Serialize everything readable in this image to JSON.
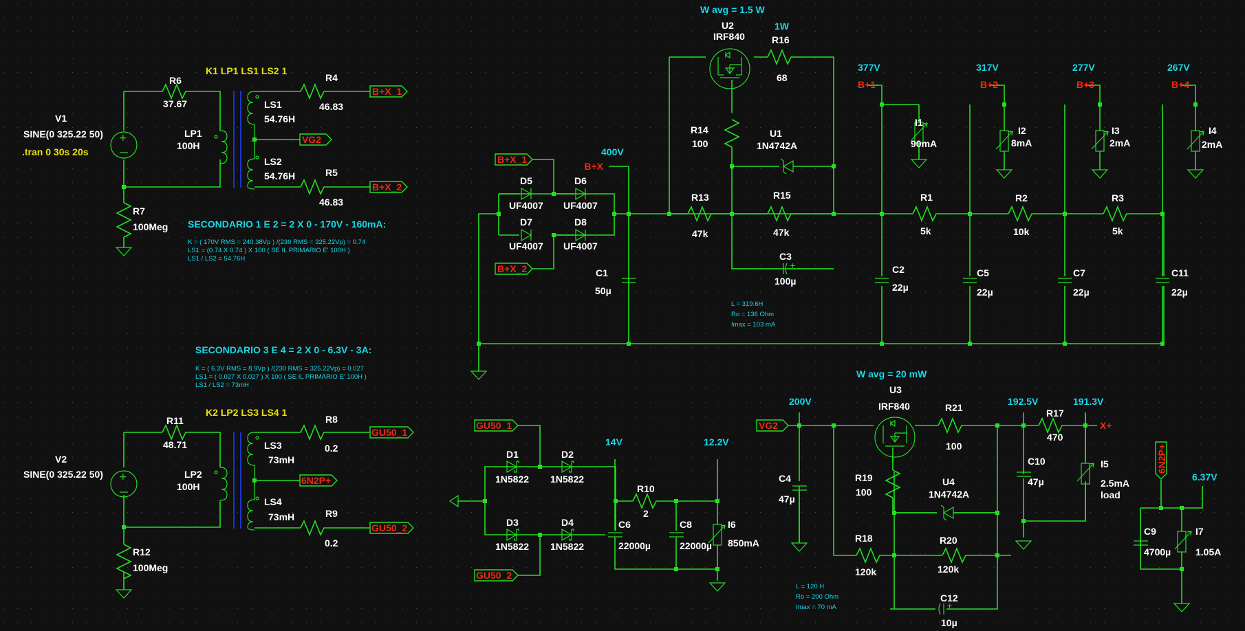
{
  "colors": {
    "background": "#111111",
    "wire": "#22e022",
    "component_label": "#ffffff",
    "net_voltage": "#19d8e8",
    "net_flag": "#f02a10",
    "directive": "#e8e010",
    "core": "#1e40ff"
  },
  "transformer1": {
    "coupling": "K1 LP1 LS1 LS2 1",
    "source": {
      "name": "V1",
      "value": "SINE(0 325.22 50)"
    },
    "directive": ".tran 0 30s 20s",
    "R6": {
      "name": "R6",
      "value": "37.67"
    },
    "R7": {
      "name": "R7",
      "value": "100Meg"
    },
    "LP1": {
      "name": "LP1",
      "value": "100H"
    },
    "LS1": {
      "name": "LS1",
      "value": "54.76H"
    },
    "LS2": {
      "name": "LS2",
      "value": "54.76H"
    },
    "R4": {
      "name": "R4",
      "value": "46.83"
    },
    "R5": {
      "name": "R5",
      "value": "46.83"
    },
    "flags": [
      "B+X_1",
      "VG2",
      "B+X_2"
    ]
  },
  "note1": {
    "title": "SECONDARIO 1 E 2 = 2 X  0 - 170V - 160mA:",
    "lines": [
      "K = ( 170V RMS = 240.38Vp ) /(230 RMS = 325.22Vp) = 0.74",
      "LS1 = (0.74  X 0.74 ) X 100 ( SE IL PRIMARIO E' 100H )",
      "LS1 / LS2 = 54.76H"
    ]
  },
  "note2": {
    "title": "SECONDARIO 3 E 4 = 2 X  0 - 6.3V - 3A:",
    "lines": [
      "K = ( 6.3V RMS = 8.9Vp ) /(230 RMS = 325.22Vp) = 0.027",
      "LS1 = ( 0.027  X 0.027 ) X 100 ( SE IL PRIMARIO E' 100H )",
      "LS1 / LS2 = 73mH"
    ]
  },
  "transformer2": {
    "coupling": "K2 LP2 LS3 LS4 1",
    "source": {
      "name": "V2",
      "value": "SINE(0 325.22 50)"
    },
    "R11": {
      "name": "R11",
      "value": "48.71"
    },
    "R12": {
      "name": "R12",
      "value": "100Meg"
    },
    "LP2": {
      "name": "LP2",
      "value": "100H"
    },
    "LS3": {
      "name": "LS3",
      "value": "73mH"
    },
    "LS4": {
      "name": "LS4",
      "value": "73mH"
    },
    "R8": {
      "name": "R8",
      "value": "0.2"
    },
    "R9": {
      "name": "R9",
      "value": "0.2"
    },
    "flags": [
      "GU50_1",
      "6N2P+",
      "GU50_2"
    ]
  },
  "hv_supply": {
    "wavg": "W avg =  1.5 W",
    "flags_in": [
      "B+X_1",
      "B+X_2"
    ],
    "bx_flag": "B+X",
    "bx_voltage": "400V",
    "diodes": [
      {
        "name": "D5",
        "value": "UF4007"
      },
      {
        "name": "D6",
        "value": "UF4007"
      },
      {
        "name": "D7",
        "value": "UF4007"
      },
      {
        "name": "D8",
        "value": "UF4007"
      }
    ],
    "C1": {
      "name": "C1",
      "value": "50µ"
    },
    "U2": {
      "name": "U2",
      "value": "IRF840"
    },
    "R16": {
      "name": "R16",
      "value": "68",
      "power": "1W"
    },
    "R14": {
      "name": "R14",
      "value": "100"
    },
    "U1": {
      "name": "U1",
      "value": "1N4742A"
    },
    "R13": {
      "name": "R13",
      "value": "47k"
    },
    "R15": {
      "name": "R15",
      "value": "47k"
    },
    "C3": {
      "name": "C3",
      "value": "100µ"
    },
    "gyrator_note": [
      "L = 319.6H",
      "Ro = 136 Ohm",
      "Imax  =  103 mA"
    ],
    "outputs": [
      {
        "flag": "B+1",
        "voltage": "377V",
        "load": {
          "name": "I1",
          "value": "90mA"
        },
        "cap": {
          "name": "C2",
          "value": "22µ"
        }
      },
      {
        "flag": "B+2",
        "voltage": "317V",
        "load": {
          "name": "I2",
          "value": "8mA"
        },
        "cap": {
          "name": "C5",
          "value": "22µ"
        }
      },
      {
        "flag": "B+3",
        "voltage": "277V",
        "load": {
          "name": "I3",
          "value": "2mA"
        },
        "cap": {
          "name": "C7",
          "value": "22µ"
        }
      },
      {
        "flag": "B+4",
        "voltage": "267V",
        "load": {
          "name": "I4",
          "value": "2mA"
        },
        "cap": {
          "name": "C11",
          "value": "22µ"
        }
      }
    ],
    "series_resistors": [
      {
        "name": "R1",
        "value": "5k"
      },
      {
        "name": "R2",
        "value": "10k"
      },
      {
        "name": "R3",
        "value": "5k"
      }
    ]
  },
  "heater_supply": {
    "flags_in": [
      "GU50_1",
      "GU50_2"
    ],
    "diodes": [
      {
        "name": "D1",
        "value": "1N5822"
      },
      {
        "name": "D2",
        "value": "1N5822"
      },
      {
        "name": "D3",
        "value": "1N5822"
      },
      {
        "name": "D4",
        "value": "1N5822"
      }
    ],
    "v1": "14V",
    "v2": "12.2V",
    "R10": {
      "name": "R10",
      "value": "2"
    },
    "C6": {
      "name": "C6",
      "value": "22000µ"
    },
    "C8": {
      "name": "C8",
      "value": "22000µ"
    },
    "I6": {
      "name": "I6",
      "value": "850mA"
    }
  },
  "vg2_supply": {
    "wavg": "W avg =  20 mW",
    "flag_in": "VG2",
    "v_in": "200V",
    "C4": {
      "name": "C4",
      "value": "47µ"
    },
    "U3": {
      "name": "U3",
      "value": "IRF840"
    },
    "R21": {
      "name": "R21",
      "value": "100"
    },
    "R19": {
      "name": "R19",
      "value": "100"
    },
    "U4": {
      "name": "U4",
      "value": "1N4742A"
    },
    "R18": {
      "name": "R18",
      "value": "120k"
    },
    "R20": {
      "name": "R20",
      "value": "120k"
    },
    "C12": {
      "name": "C12",
      "value": "10µ"
    },
    "gyrator_note": [
      "L = 120 H",
      "Ro = 200 Ohm",
      "Imax  =  70 mA"
    ],
    "v_mid": "192.5V",
    "C10": {
      "name": "C10",
      "value": "47µ"
    },
    "R17": {
      "name": "R17",
      "value": "470"
    },
    "v_out": "191.3V",
    "flag_out": "X+",
    "I5": {
      "name": "I5",
      "value": "2.5mA",
      "note": "load"
    }
  },
  "filament_6n2p": {
    "flag": "6N2P+",
    "voltage": "6.37V",
    "C9": {
      "name": "C9",
      "value": "4700µ"
    },
    "I7": {
      "name": "I7",
      "value": "1.05A"
    }
  }
}
